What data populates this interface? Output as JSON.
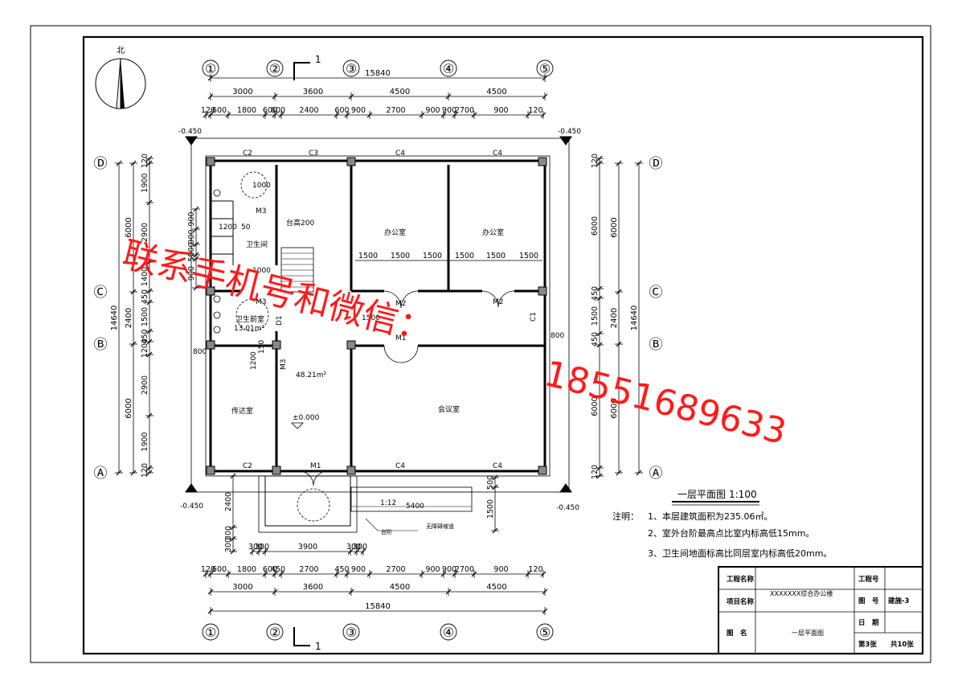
{
  "north_label": "北",
  "section_mark": "1",
  "axes_v": [
    "①",
    "②",
    "③",
    "④",
    "⑤"
  ],
  "axes_h": [
    "Ⓓ",
    "Ⓒ",
    "Ⓑ",
    "Ⓐ"
  ],
  "dims_top": {
    "total": "15840",
    "spans": [
      "3000",
      "3600",
      "4500",
      "4500"
    ],
    "detail": [
      "120",
      "600",
      "1800",
      "600",
      "600",
      "2400",
      "600",
      "900",
      "2700",
      "900",
      "900",
      "2700",
      "900",
      "120"
    ]
  },
  "dims_bottom": {
    "total": "15840",
    "spans": [
      "3000",
      "3600",
      "4500",
      "4500"
    ],
    "detail": [
      "120",
      "600",
      "1800",
      "600",
      "450",
      "2700",
      "450",
      "900",
      "2700",
      "900",
      "900",
      "2700",
      "900",
      "120"
    ],
    "porch": [
      "300",
      "300",
      "3900",
      "300",
      "300"
    ]
  },
  "dims_left": {
    "total": "14640",
    "spans": [
      "6000",
      "2400",
      "6000"
    ],
    "detail": [
      "120",
      "1900",
      "2900",
      "1400",
      "450",
      "1500",
      "450",
      "1200",
      "2900",
      "1900",
      "120"
    ],
    "toilet": [
      "900",
      "900",
      "900",
      "50",
      "900"
    ]
  },
  "dims_right": {
    "total": "14640",
    "spans": [
      "6000",
      "2400",
      "6000"
    ],
    "detail": [
      "120",
      "6000",
      "450",
      "1500",
      "450",
      "6000",
      "120"
    ]
  },
  "dims_right_bottom": [
    "500",
    "1500"
  ],
  "dims_left_bottom": [
    "2400",
    "300",
    "300"
  ],
  "elevations": [
    "-0.450",
    "-0.450",
    "-0.450",
    "-0.450"
  ],
  "floor_level": "±0.000",
  "windows": {
    "c2": "C2",
    "c3": "C3",
    "c4": "C4",
    "c1": "C1"
  },
  "doors": {
    "m1": "M1",
    "m2": "M2",
    "m3": "M3"
  },
  "rooms": {
    "office": "办公室",
    "toilet": "卫生间",
    "toilet_anteroom": "卫生前室",
    "toilet_anteroom_area": "13.01m²",
    "hall_area": "48.21m²",
    "reception": "传达室",
    "meeting": "会议室"
  },
  "inner_dims": {
    "office_windows": [
      "1500",
      "1500",
      "1500",
      "1500",
      "1500",
      "1500"
    ],
    "d1000a": "1000",
    "d1000b": "1000",
    "d1200": "1200",
    "d1200b": "1200",
    "d1500": "1500",
    "d800a": "800",
    "d800b": "800",
    "d50": "50",
    "d500a": "500",
    "d500b": "500",
    "d150": "150",
    "stair_note": "台高200",
    "d1d": "D1"
  },
  "ramp": {
    "slope": "1:12",
    "length": "5400",
    "step_label": "台阶",
    "ramp_label": "无障碍坡道"
  },
  "title": {
    "text": "一层平面图",
    "scale": "1:100"
  },
  "notes": {
    "head": "注明：",
    "items": [
      "1、本层建筑面积为235.06㎡。",
      "2、室外台阶最高点比室内标高低15mm。",
      "3、卫生间地面标高比同层室内标高低20mm。"
    ]
  },
  "title_block": {
    "project_name_label": "工程名称",
    "item_name_label": "项目名称",
    "item_name": "XXXXXXX综合办公楼",
    "drawing_name_label": "图　名",
    "drawing_name": "一层平面图",
    "project_no_label": "工程号",
    "drawing_no_label": "图　号",
    "drawing_no": "建施-3",
    "date_label": "日　期",
    "sheet": "第3张",
    "total_sheets": "共10张"
  },
  "watermark": {
    "line1": "联系手机号和微信：",
    "line2": "18551689633",
    "color": "#ff1a1a"
  }
}
